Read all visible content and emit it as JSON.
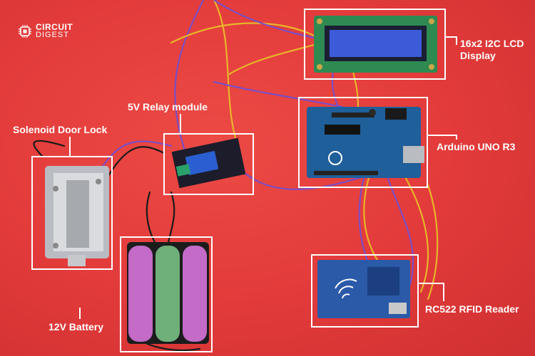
{
  "logo": {
    "line1": "CIRCUIT",
    "line2": "DIGEST"
  },
  "labels": {
    "lcd": "16x2 I2C LCD\nDisplay",
    "relay": "5V Relay module",
    "solenoid": "Solenoid Door Lock",
    "arduino": "Arduino UNO R3",
    "battery": "12V Battery",
    "rfid": "RC522 RFID Reader"
  },
  "colors": {
    "background": "#e0393a",
    "label": "#ffffff",
    "lcd_screen": "#3d5bd8",
    "arduino_board": "#1f5f9a",
    "rfid_board": "#2a5aa8",
    "battery_purple": "#c46ac7",
    "battery_green": "#6fb07a",
    "relay_board": "#1c1c2a"
  }
}
